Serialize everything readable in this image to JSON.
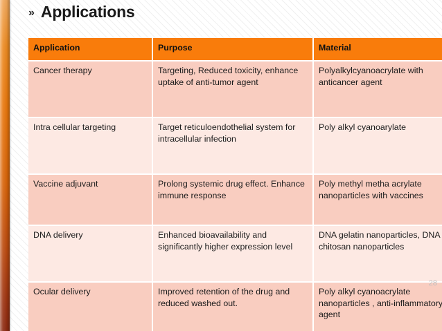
{
  "slide": {
    "title": "Applications",
    "bullet_glyph": "»",
    "page_number": "28",
    "accent_color": "#f97c0b",
    "header_bg": "#f97c0b",
    "row_dark_bg": "#f9cdc0",
    "row_light_bg": "#fde9e3",
    "background": "#ffffff",
    "left_bar_gradient": [
      "#f2a95c",
      "#e9780d",
      "#bb4a10",
      "#8d2b12"
    ]
  },
  "table": {
    "columns": [
      "Application",
      "Purpose",
      "Material"
    ],
    "rows": [
      {
        "application": "Cancer therapy",
        "purpose": "Targeting, Reduced toxicity, enhance uptake of anti-tumor agent",
        "material": "Polyalkylcyanoacrylate with anticancer agent"
      },
      {
        "application": "Intra cellular targeting",
        "purpose": "Target reticuloendothelial system for intracellular infection",
        "material": "Poly alkyl cyanoarylate"
      },
      {
        "application": "Vaccine adjuvant",
        "purpose": "Prolong systemic drug effect. Enhance immune response",
        "material": "Poly methyl metha acrylate nanoparticles with vaccines"
      },
      {
        "application": "DNA delivery",
        "purpose": "Enhanced bioavailability and significantly higher expression level",
        "material": "DNA gelatin nanoparticles, DNA chitosan nanoparticles"
      },
      {
        "application": "Ocular delivery",
        "purpose": "Improved retention of the drug and reduced washed out.",
        "material": "Poly alkyl cyanoacrylate nanoparticles , anti-inflammatory agent"
      }
    ]
  }
}
